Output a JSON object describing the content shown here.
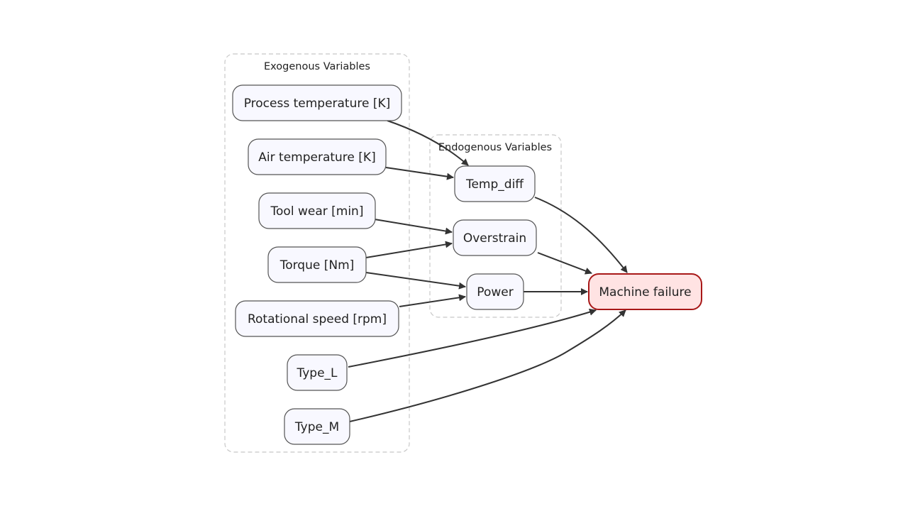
{
  "clusters": {
    "exogenous": {
      "label": "Exogenous Variables"
    },
    "endogenous": {
      "label": "Endogenous Variables"
    }
  },
  "nodes": {
    "process_temp": {
      "label": "Process temperature [K]"
    },
    "air_temp": {
      "label": "Air temperature [K]"
    },
    "tool_wear": {
      "label": "Tool wear [min]"
    },
    "torque": {
      "label": "Torque [Nm]"
    },
    "rot_speed": {
      "label": "Rotational speed [rpm]"
    },
    "type_l": {
      "label": "Type_L"
    },
    "type_m": {
      "label": "Type_M"
    },
    "temp_diff": {
      "label": "Temp_diff"
    },
    "overstrain": {
      "label": "Overstrain"
    },
    "power": {
      "label": "Power"
    },
    "machine_failure": {
      "label": "Machine failure"
    }
  },
  "edges": [
    {
      "from": "process_temp",
      "to": "temp_diff"
    },
    {
      "from": "air_temp",
      "to": "temp_diff"
    },
    {
      "from": "tool_wear",
      "to": "overstrain"
    },
    {
      "from": "torque",
      "to": "overstrain"
    },
    {
      "from": "torque",
      "to": "power"
    },
    {
      "from": "rot_speed",
      "to": "power"
    },
    {
      "from": "temp_diff",
      "to": "machine_failure"
    },
    {
      "from": "overstrain",
      "to": "machine_failure"
    },
    {
      "from": "power",
      "to": "machine_failure"
    },
    {
      "from": "type_l",
      "to": "machine_failure"
    },
    {
      "from": "type_m",
      "to": "machine_failure"
    }
  ],
  "colors": {
    "node_fill": "#f8f8ff",
    "node_stroke": "#555555",
    "target_fill": "#ffe3e3",
    "target_stroke": "#a81818",
    "edge": "#333333",
    "cluster_border": "#c8c8c8"
  }
}
